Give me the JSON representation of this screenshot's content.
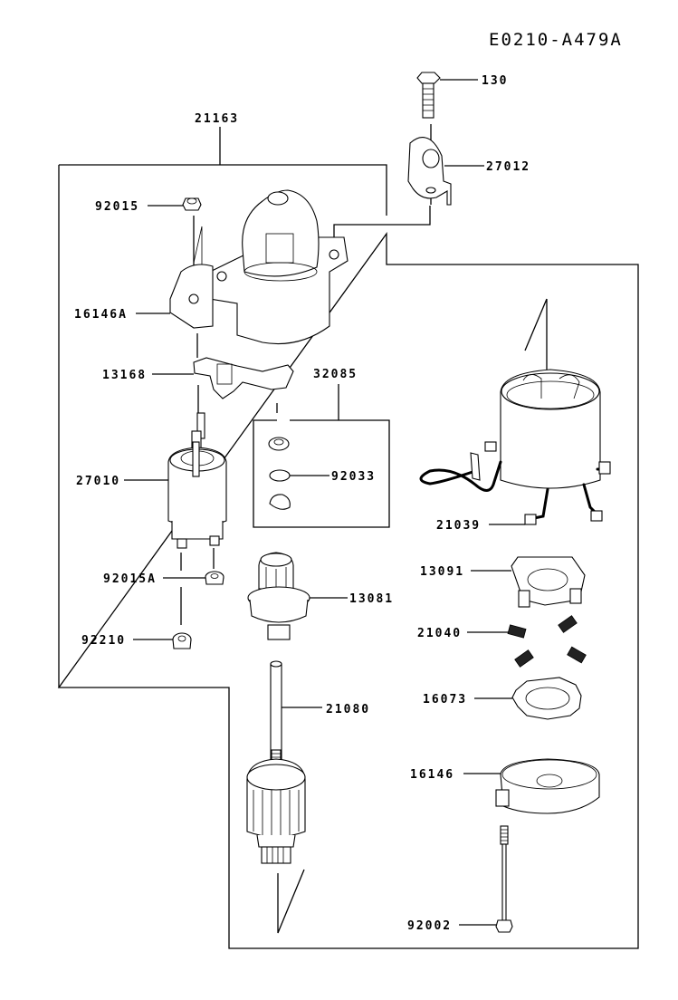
{
  "diagram": {
    "code": "E0210-A479A",
    "type": "exploded parts diagram",
    "subject": "starter motor assembly"
  },
  "assemblies": [
    {
      "id": "21163",
      "description": "starter assembly group (outer bracket)"
    },
    {
      "id": "32085",
      "description": "seal kit group (inner box)"
    }
  ],
  "parts": [
    {
      "ref": "130",
      "item": "bolt"
    },
    {
      "ref": "27012",
      "item": "bracket"
    },
    {
      "ref": "92015",
      "item": "nut"
    },
    {
      "ref": "16146A",
      "item": "front housing"
    },
    {
      "ref": "13168",
      "item": "shift lever"
    },
    {
      "ref": "32085",
      "item": "seal kit"
    },
    {
      "ref": "92033",
      "item": "ring"
    },
    {
      "ref": "27010",
      "item": "solenoid"
    },
    {
      "ref": "21039",
      "item": "yoke / field coil"
    },
    {
      "ref": "13091",
      "item": "brush holder"
    },
    {
      "ref": "92015A",
      "item": "nut"
    },
    {
      "ref": "13081",
      "item": "pinion drive"
    },
    {
      "ref": "21040",
      "item": "brush spring"
    },
    {
      "ref": "92210",
      "item": "nut"
    },
    {
      "ref": "16073",
      "item": "plate"
    },
    {
      "ref": "21080",
      "item": "armature"
    },
    {
      "ref": "16146",
      "item": "rear cover"
    },
    {
      "ref": "92002",
      "item": "through bolt"
    }
  ]
}
